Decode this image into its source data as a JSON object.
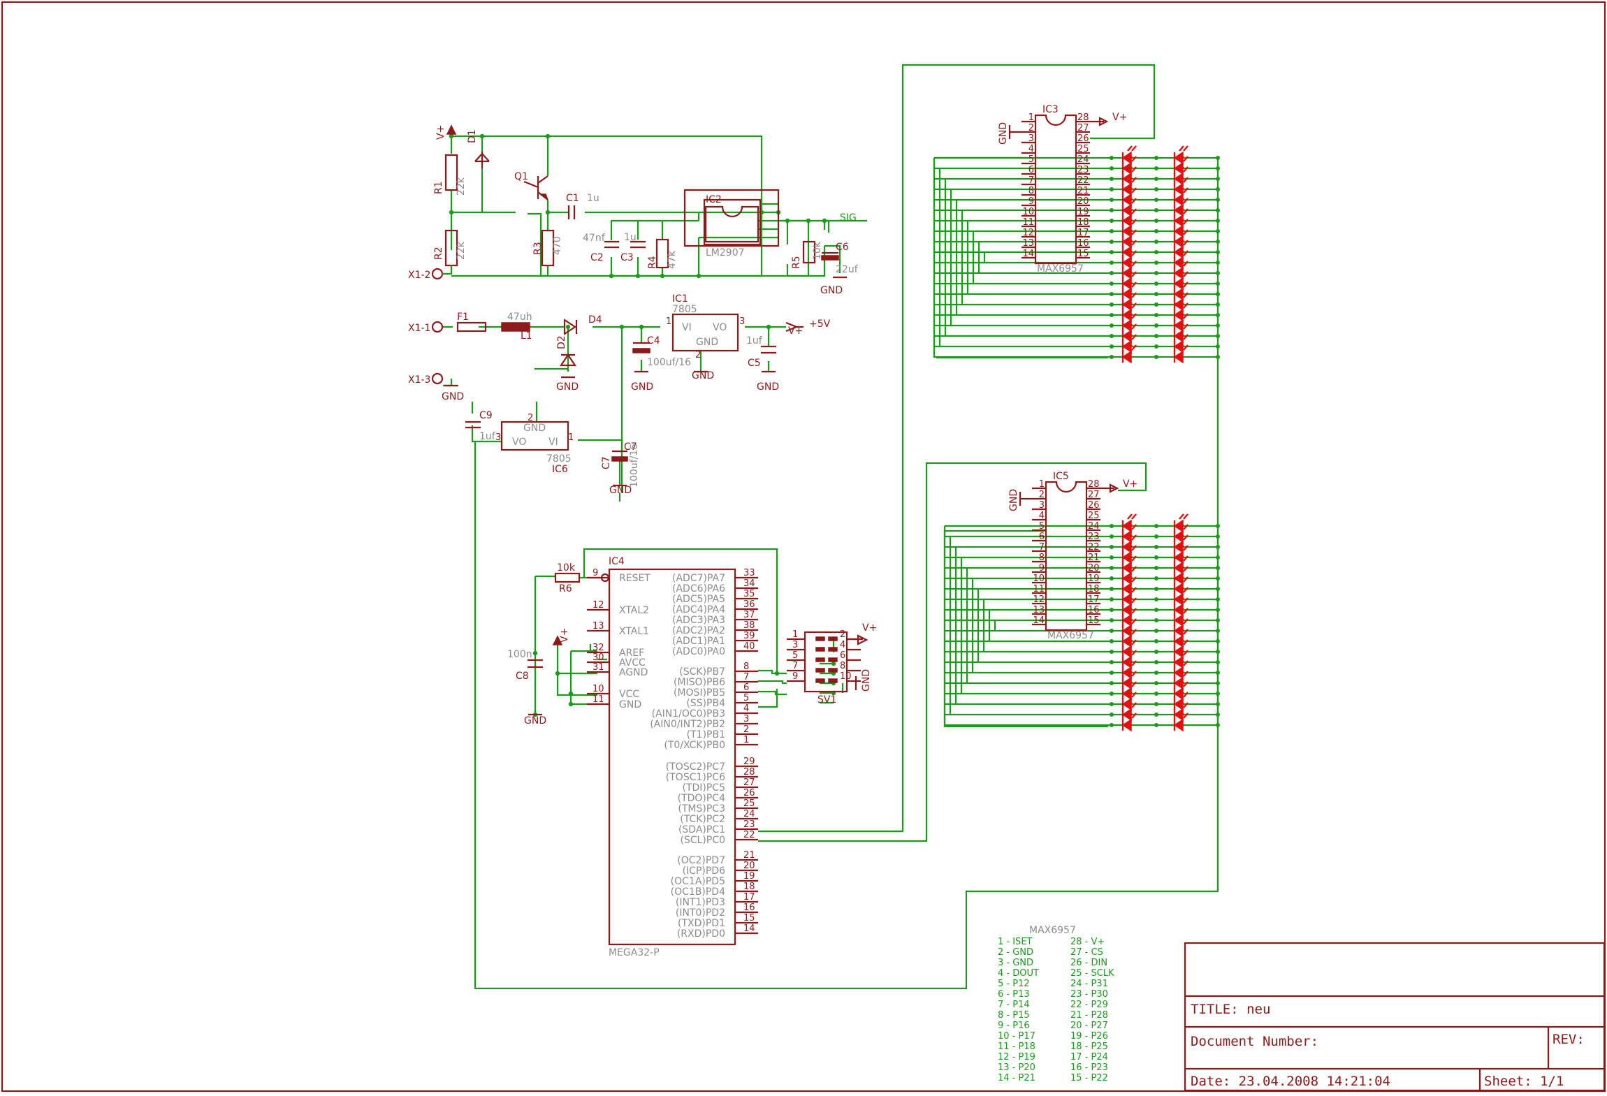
{
  "title_block": {
    "title": "TITLE:  neu",
    "doc_number": "Document Number:",
    "rev": "REV:",
    "date": "Date: 23.04.2008  14:21:04",
    "sheet": "Sheet: 1/1"
  },
  "legend": {
    "title": "MAX6957",
    "left": [
      "1 - ISET",
      "2 - GND",
      "3 - GND",
      "4 - DOUT",
      "5 - P12",
      "6 - P13",
      "7 - P14",
      "8 - P15",
      "9 - P16",
      "10 - P17",
      "11 - P18",
      "12 - P19",
      "13 - P20",
      "14 - P21"
    ],
    "right": [
      "28 - V+",
      "27 - CS",
      "26 - DIN",
      "25 - SCLK",
      "24 - P31",
      "23 - P30",
      "22 - P29",
      "21 - P28",
      "20 - P27",
      "19 - P26",
      "18 - P25",
      "17 - P24",
      "16 - P23",
      "15 - P22"
    ]
  },
  "labels": {
    "vplus": "V+",
    "gnd": "GND",
    "sig": "SIG",
    "plus5v": "+5V",
    "r1": "R1",
    "r1v": "22k",
    "r2": "R2",
    "r2v": "22k",
    "q1": "Q1",
    "d1": "D1",
    "r3": "R3",
    "r3v": "470",
    "c1": "C1",
    "c1v": "1u",
    "c2": "C2",
    "c2v": "47nf",
    "c3": "C3",
    "c3v": "1u",
    "r4": "R4",
    "r4v": "47k",
    "ic2": "IC2",
    "ic2v": "LM2907",
    "r5": "R5",
    "r5v": "10k",
    "c6": "C6",
    "c6v": "22uf",
    "x1_1": "X1-1",
    "x1_2": "X1-2",
    "x1_3": "X1-3",
    "f1": "F1",
    "l1": "L1",
    "l1v": "47uh",
    "d4": "D4",
    "d2": "D2",
    "ic1": "IC1",
    "ic1v": "7805",
    "vi": "VI",
    "vo": "VO",
    "gnd_pin": "GND",
    "c4": "C4",
    "c4v": "100uf/16",
    "c5": "C5",
    "c5v": "1uf",
    "c9": "C9",
    "c9v": "1uf",
    "ic6": "IC6",
    "ic6v": "7805",
    "c7": "C7",
    "c7v": "100uf/16",
    "r6": "R6",
    "r6v": "10k",
    "c8": "C8",
    "c8v": "100n",
    "ic4": "IC4",
    "ic4v": "MEGA32-P",
    "sv1": "SV1",
    "ic3": "IC3",
    "ic3v": "MAX6957",
    "ic5": "IC5",
    "ic5v": "MAX6957"
  },
  "mega32": {
    "left": [
      {
        "pin": "9",
        "name": "RESET"
      },
      {
        "pin": "12",
        "name": "XTAL2"
      },
      {
        "pin": "13",
        "name": "XTAL1"
      },
      {
        "pin": "32",
        "name": "AREF"
      },
      {
        "pin": "30",
        "name": "AVCC"
      },
      {
        "pin": "31",
        "name": "AGND"
      },
      {
        "pin": "10",
        "name": "VCC"
      },
      {
        "pin": "11",
        "name": "GND"
      }
    ],
    "right": [
      {
        "pin": "33",
        "name": "(ADC7)PA7"
      },
      {
        "pin": "34",
        "name": "(ADC6)PA6"
      },
      {
        "pin": "35",
        "name": "(ADC5)PA5"
      },
      {
        "pin": "36",
        "name": "(ADC4)PA4"
      },
      {
        "pin": "37",
        "name": "(ADC3)PA3"
      },
      {
        "pin": "38",
        "name": "(ADC2)PA2"
      },
      {
        "pin": "39",
        "name": "(ADC1)PA1"
      },
      {
        "pin": "40",
        "name": "(ADC0)PA0"
      },
      {
        "pin": "8",
        "name": "(SCK)PB7"
      },
      {
        "pin": "7",
        "name": "(MISO)PB6"
      },
      {
        "pin": "6",
        "name": "(MOSI)PB5"
      },
      {
        "pin": "5",
        "name": "(SS)PB4"
      },
      {
        "pin": "4",
        "name": "(AIN1/OC0)PB3"
      },
      {
        "pin": "3",
        "name": "(AIN0/INT2)PB2"
      },
      {
        "pin": "2",
        "name": "(T1)PB1"
      },
      {
        "pin": "1",
        "name": "(T0/XCK)PB0"
      },
      {
        "pin": "29",
        "name": "(TOSC2)PC7"
      },
      {
        "pin": "28",
        "name": "(TOSC1)PC6"
      },
      {
        "pin": "27",
        "name": "(TDI)PC5"
      },
      {
        "pin": "26",
        "name": "(TDO)PC4"
      },
      {
        "pin": "25",
        "name": "(TMS)PC3"
      },
      {
        "pin": "24",
        "name": "(TCK)PC2"
      },
      {
        "pin": "23",
        "name": "(SDA)PC1"
      },
      {
        "pin": "22",
        "name": "(SCL)PC0"
      },
      {
        "pin": "21",
        "name": "(OC2)PD7"
      },
      {
        "pin": "20",
        "name": "(ICP)PD6"
      },
      {
        "pin": "19",
        "name": "(OC1A)PD5"
      },
      {
        "pin": "18",
        "name": "(OC1B)PD4"
      },
      {
        "pin": "17",
        "name": "(INT1)PD3"
      },
      {
        "pin": "16",
        "name": "(INT0)PD2"
      },
      {
        "pin": "15",
        "name": "(TXD)PD1"
      },
      {
        "pin": "14",
        "name": "(RXD)PD0"
      }
    ]
  },
  "sv1_pins": {
    "left": [
      "1",
      "3",
      "5",
      "7",
      "9"
    ],
    "right": [
      "2",
      "4",
      "6",
      "8",
      "10"
    ]
  },
  "max_pins": {
    "left": [
      "1",
      "2",
      "3",
      "4",
      "5",
      "6",
      "7",
      "8",
      "9",
      "10",
      "11",
      "12",
      "13",
      "14"
    ],
    "right": [
      "28",
      "27",
      "26",
      "25",
      "24",
      "23",
      "22",
      "21",
      "20",
      "19",
      "18",
      "17",
      "16",
      "15"
    ]
  },
  "colors": {
    "wire": "#1b9a1b",
    "part": "#8c1a1a",
    "led": "#e01010",
    "value": "#8c8c8c"
  }
}
